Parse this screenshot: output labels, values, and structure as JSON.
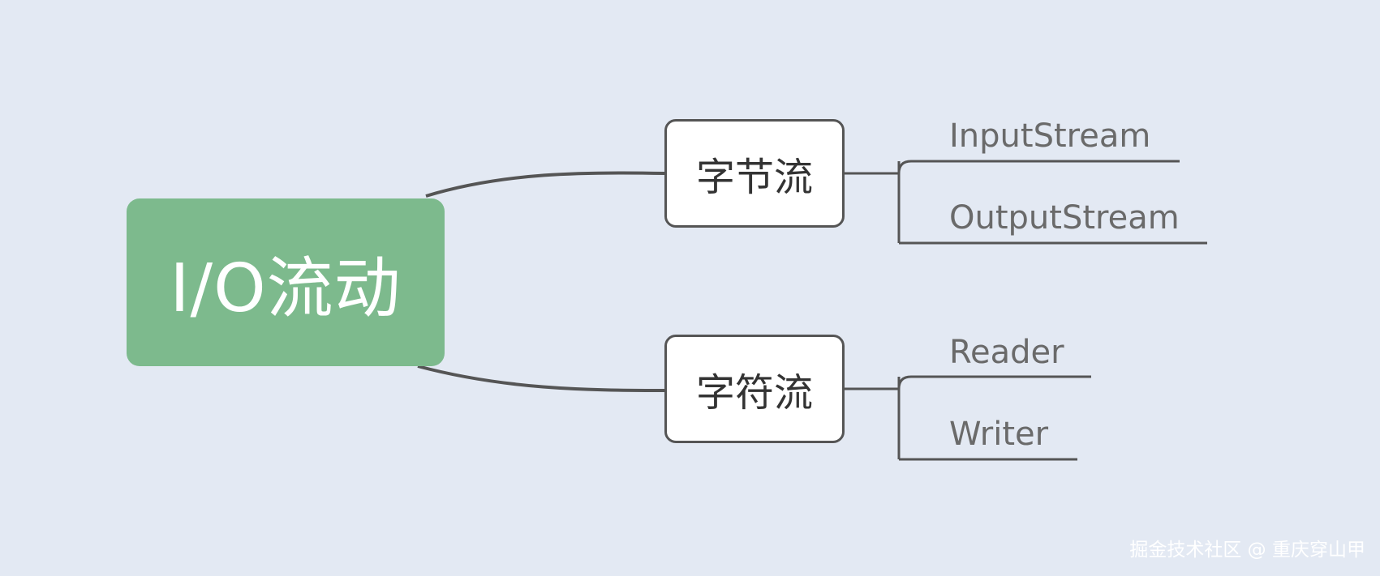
{
  "root": {
    "label": "I/O流动"
  },
  "branches": [
    {
      "label": "字节流",
      "leaves": [
        "InputStream",
        "OutputStream"
      ]
    },
    {
      "label": "字符流",
      "leaves": [
        "Reader",
        "Writer"
      ]
    }
  ],
  "watermark": "掘金技术社区 @ 重庆穿山甲",
  "colors": {
    "background": "#e3e9f3",
    "root_fill": "#7dba8d",
    "line": "#555555"
  }
}
